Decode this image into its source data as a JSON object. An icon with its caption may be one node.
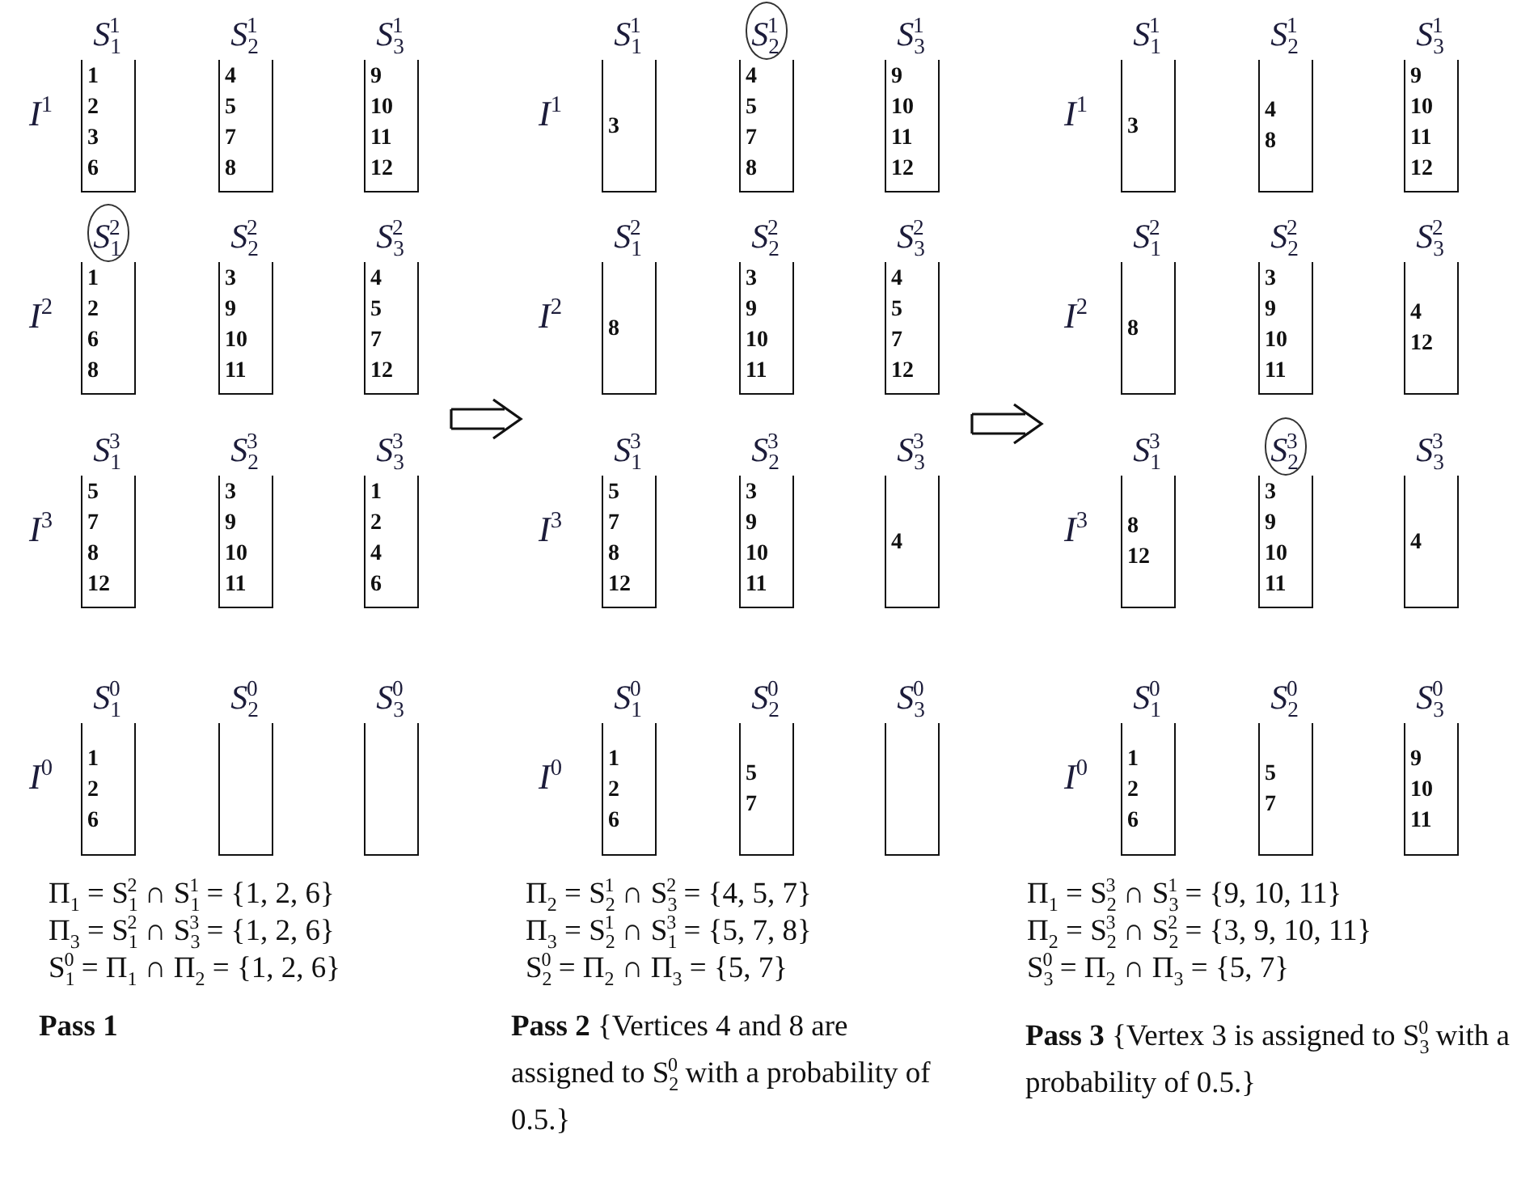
{
  "diagram": {
    "nodes": [
      {
        "text": [
          "S$_{1}$$^{1}$",
          "1",
          "2",
          "3",
          "6"
        ]
      },
      {
        "text": [
          "S$_{2}$$^{1}$",
          "4",
          "5",
          "7",
          "8"
        ]
      },
      {
        "text": [
          "S$_{3}$$^{1}$",
          "9",
          "10",
          "11",
          "12"
        ]
      },
      {
        "text": [
          "S$_{1}$$^{2}$",
          "1",
          "2",
          "6",
          "8"
        ]
      },
      {
        "text": [
          "S$_{2}$$^{2}$",
          "3",
          "9",
          "10",
          "11"
        ]
      },
      {
        "text": [
          "S$_{3}$$^{2}$",
          "4",
          "5",
          "7",
          "12"
        ]
      },
      {
        "text": [
          "S$_{1}$$^{3}$",
          "5",
          "7",
          "8",
          "12"
        ]
      },
      {
        "text": [
          "S$_{2}$$^{3}$",
          "3",
          "9",
          "10",
          "11"
        ]
      },
      {
        "text": [
          "S$_{3}$$^{3}$",
          "1",
          "2",
          "4",
          "6"
        ]
      },
      {
        "text": [
          "S$_{1}$$^{0}$",
          "1",
          "2",
          "6"
        ]
      },
      {
        "text": [
          "S$_{2}$$^{0}$"
        ]
      },
      {
        "text": [
          "S$_{3}$$^{0}$"
        ]
      },
      {
        "text": [
          "S$_{1}$$^{1}$",
          "3"
        ]
      },
      {
        "text": [
          "S$_{2}$$^{1}$",
          "4",
          "5",
          "7",
          "8"
        ]
      },
      {
        "text": [
          "S$_{3}$$^{1}$",
          "9",
          "10",
          "11",
          "12"
        ]
      },
      {
        "text": [
          "S$_{1}$$^{2}$",
          "8"
        ]
      },
      {
        "text": [
          "S$_{2}$$^{2}$",
          "3",
          "9",
          "10",
          "11"
        ]
      },
      {
        "text": [
          "S$_{3}$$^{2}$",
          "4",
          "5",
          "7",
          "12"
        ]
      },
      {
        "text": [
          "S$_{1}$$^{3}$",
          "5",
          "7",
          "8",
          "12"
        ]
      },
      {
        "text": [
          "S$_{2}$$^{3}$",
          "3",
          "9",
          "10",
          "11"
        ]
      },
      {
        "text": [
          "S$_{3}$$^{3}$",
          "4"
        ]
      },
      {
        "text": [
          "S$_{1}$$^{0}$",
          "1",
          "2",
          "6"
        ]
      },
      {
        "text": [
          "S$_{2}$$^{0}$",
          "5",
          "7"
        ]
      },
      {
        "text": [
          "S$_{3}$$^{0}$"
        ]
      },
      {
        "text": [
          "S$_{1}$$^{1}$",
          "3"
        ]
      },
      {
        "text": [
          "S$_{2}$$^{1}$",
          "4",
          "8"
        ]
      },
      {
        "text": [
          "S$_{3}$$^{1}$",
          "9",
          "10",
          "11",
          "12"
        ]
      },
      {
        "text": [
          "S$_{1}$$^{2}$",
          "8"
        ]
      },
      {
        "text": [
          "S$_{2}$$^{2}$",
          "3",
          "9",
          "10",
          "11"
        ]
      },
      {
        "text": [
          "S$_{3}$$^{2}$",
          "4",
          "12"
        ]
      },
      {
        "text": [
          "S$_{1}$$^{3}$",
          "8",
          "12"
        ]
      },
      {
        "text": [
          "S$_{2}$$^{3}$",
          "3",
          "9",
          "10",
          "11"
        ]
      },
      {
        "text": [
          "S$_{3}$$^{3}$",
          "4"
        ]
      },
      {
        "text": [
          "S$_{1}$$^{0}$",
          "1",
          "2",
          "6"
        ]
      },
      {
        "text": [
          "S$_{2}$$^{0}$",
          "5",
          "7"
        ]
      },
      {
        "text": [
          "S$_{3}$$^{0}$",
          "9",
          "10",
          "11"
        ]
      }
    ],
    "labels": [
      "I$^{1}$",
      "I$^{2}$",
      "I$^{3}$",
      "I$^{0}$",
      "I$^{1}$",
      "I$^{2}$",
      "I$^{3}$",
      "I$^{0}$",
      "I$^{1}$",
      "I$^{2}$",
      "I$^{3}$",
      "I$^{0}$",
      "Π$_{1}$ = S$_{1}$$^{2}$ ∩ S$_{1}$$^{1}$ = {1, 2, 6}",
      "Π$_{3}$ = S$_{1}$$^{2}$ ∩ S$_{3}$$^{3}$ = {1, 2, 6}",
      "S$_{1}$$^{0}$ = Π$_{1}$ ∩ Π$_{2}$ = {1, 2, 6}",
      "Π$_{2}$ = S$_{2}$$^{1}$ ∩ S$_{3}$$^{2}$ = {4, 5, 7}",
      "Π$_{3}$ = S$_{2}$$^{1}$ ∩ S$_{1}$$^{3}$ = {5, 7, 8}",
      "S$_{2}$$^{0}$ = Π$_{2}$ ∩ Π$_{3}$ = {5, 7}",
      "Π$_{1}$ = S$_{2}$$^{3}$ ∩ S$_{3}$$^{1}$ = {9, 10, 11}",
      "Π$_{2}$ = S$_{2}$$^{3}$ ∩ S$_{2}$$^{2}$ = {3, 9, 10, 11}",
      "S$_{3}$$^{0}$ = Π$_{2}$ ∩ Π$_{3}$ = {5, 7}",
      "**Pass 1**",
      "**Pass 2** {Vertices 4 and 8 are assigned to S$_{2}$$^{0}$ with a probability of 0.5.}",
      "**Pass 3** {Vertex 3 is assigned to S$_{3}$$^{0}$ with a probability of 0.5.}"
    ]
  }
}
